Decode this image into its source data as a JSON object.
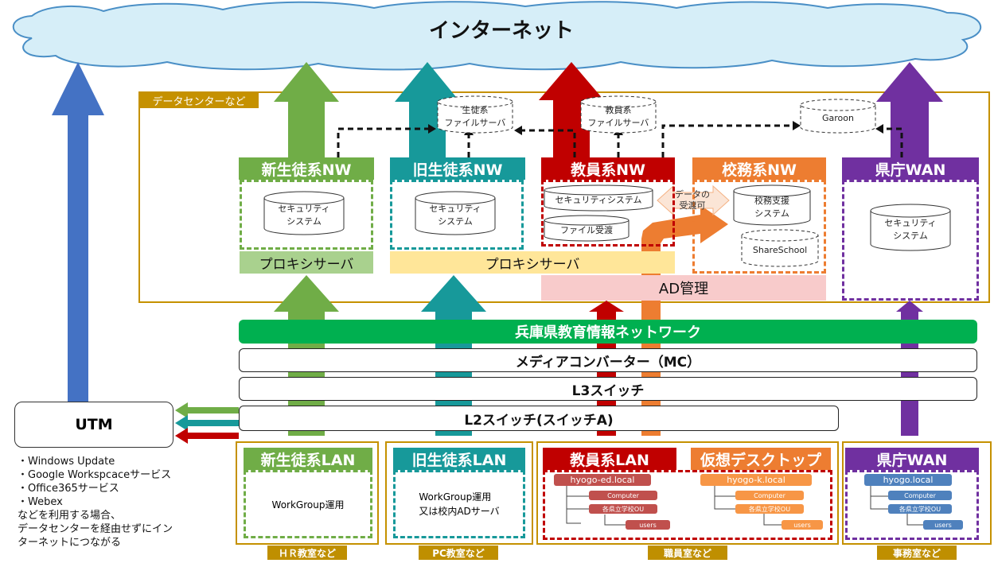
{
  "internet": "インターネット",
  "datacenter_label": "データセンターなど",
  "networks": {
    "new_student": {
      "title": "新生徒系NW",
      "system": "セキュリティ\nシステム",
      "color": "#70ad47"
    },
    "old_student": {
      "title": "旧生徒系NW",
      "system": "セキュリティ\nシステム",
      "color": "#17999a"
    },
    "teacher": {
      "title": "教員系NW",
      "system1": "セキュリティシステム",
      "system2": "ファイル受渡",
      "color": "#c00000"
    },
    "school_affairs": {
      "title": "校務系NW",
      "system1": "校務支援\nシステム",
      "system2": "ShareSchool",
      "color": "#ed7d31"
    },
    "prefecture": {
      "title": "県庁WAN",
      "system": "セキュリティ\nシステム",
      "color": "#7030a0"
    }
  },
  "servers": {
    "student_file": "生徒系\nファイルサーバ",
    "teacher_file": "教員系\nファイルサーバ",
    "garoon": "Garoon"
  },
  "data_transfer": "データの\n受渡可",
  "proxy1": "プロキシサーバ",
  "proxy2": "プロキシサーバ",
  "ad": "AD管理",
  "bars": {
    "hyogo": "兵庫県教育情報ネットワーク",
    "mc": "メディアコンバーター（MC）",
    "l3": "L3スイッチ",
    "l2": "L2スイッチ(スイッチA)"
  },
  "utm": "UTM",
  "notes": [
    "・Windows Update",
    "・Google Workspcaceサービス",
    "・Office365サービス",
    "・Webex",
    "などを利用する場合、",
    "データセンターを経由せずにイン",
    "ターネットにつながる"
  ],
  "lans": {
    "new_student": {
      "title": "新生徒系LAN",
      "body": "WorkGroup運用"
    },
    "old_student": {
      "title": "旧生徒系LAN",
      "body": "WorkGroup運用\n又は校内ADサーバ"
    },
    "teacher": {
      "title": "教員系LAN",
      "domain": "hyogo-ed.local",
      "computer": "Computer",
      "ou": "各県立学校OU",
      "users": "users"
    },
    "virtual": {
      "title": "仮想デスクトップ",
      "domain": "hyogo-k.local",
      "computer": "Computer",
      "ou": "各県立学校OU",
      "users": "users"
    },
    "prefecture": {
      "title": "県庁WAN",
      "domain": "hyogo.local",
      "computer": "Computer",
      "ou": "各県立学校OU",
      "users": "users"
    }
  },
  "rooms": {
    "hr": "ＨＲ教室など",
    "pc": "PC教室など",
    "staff": "職員室など",
    "office": "事務室など"
  }
}
